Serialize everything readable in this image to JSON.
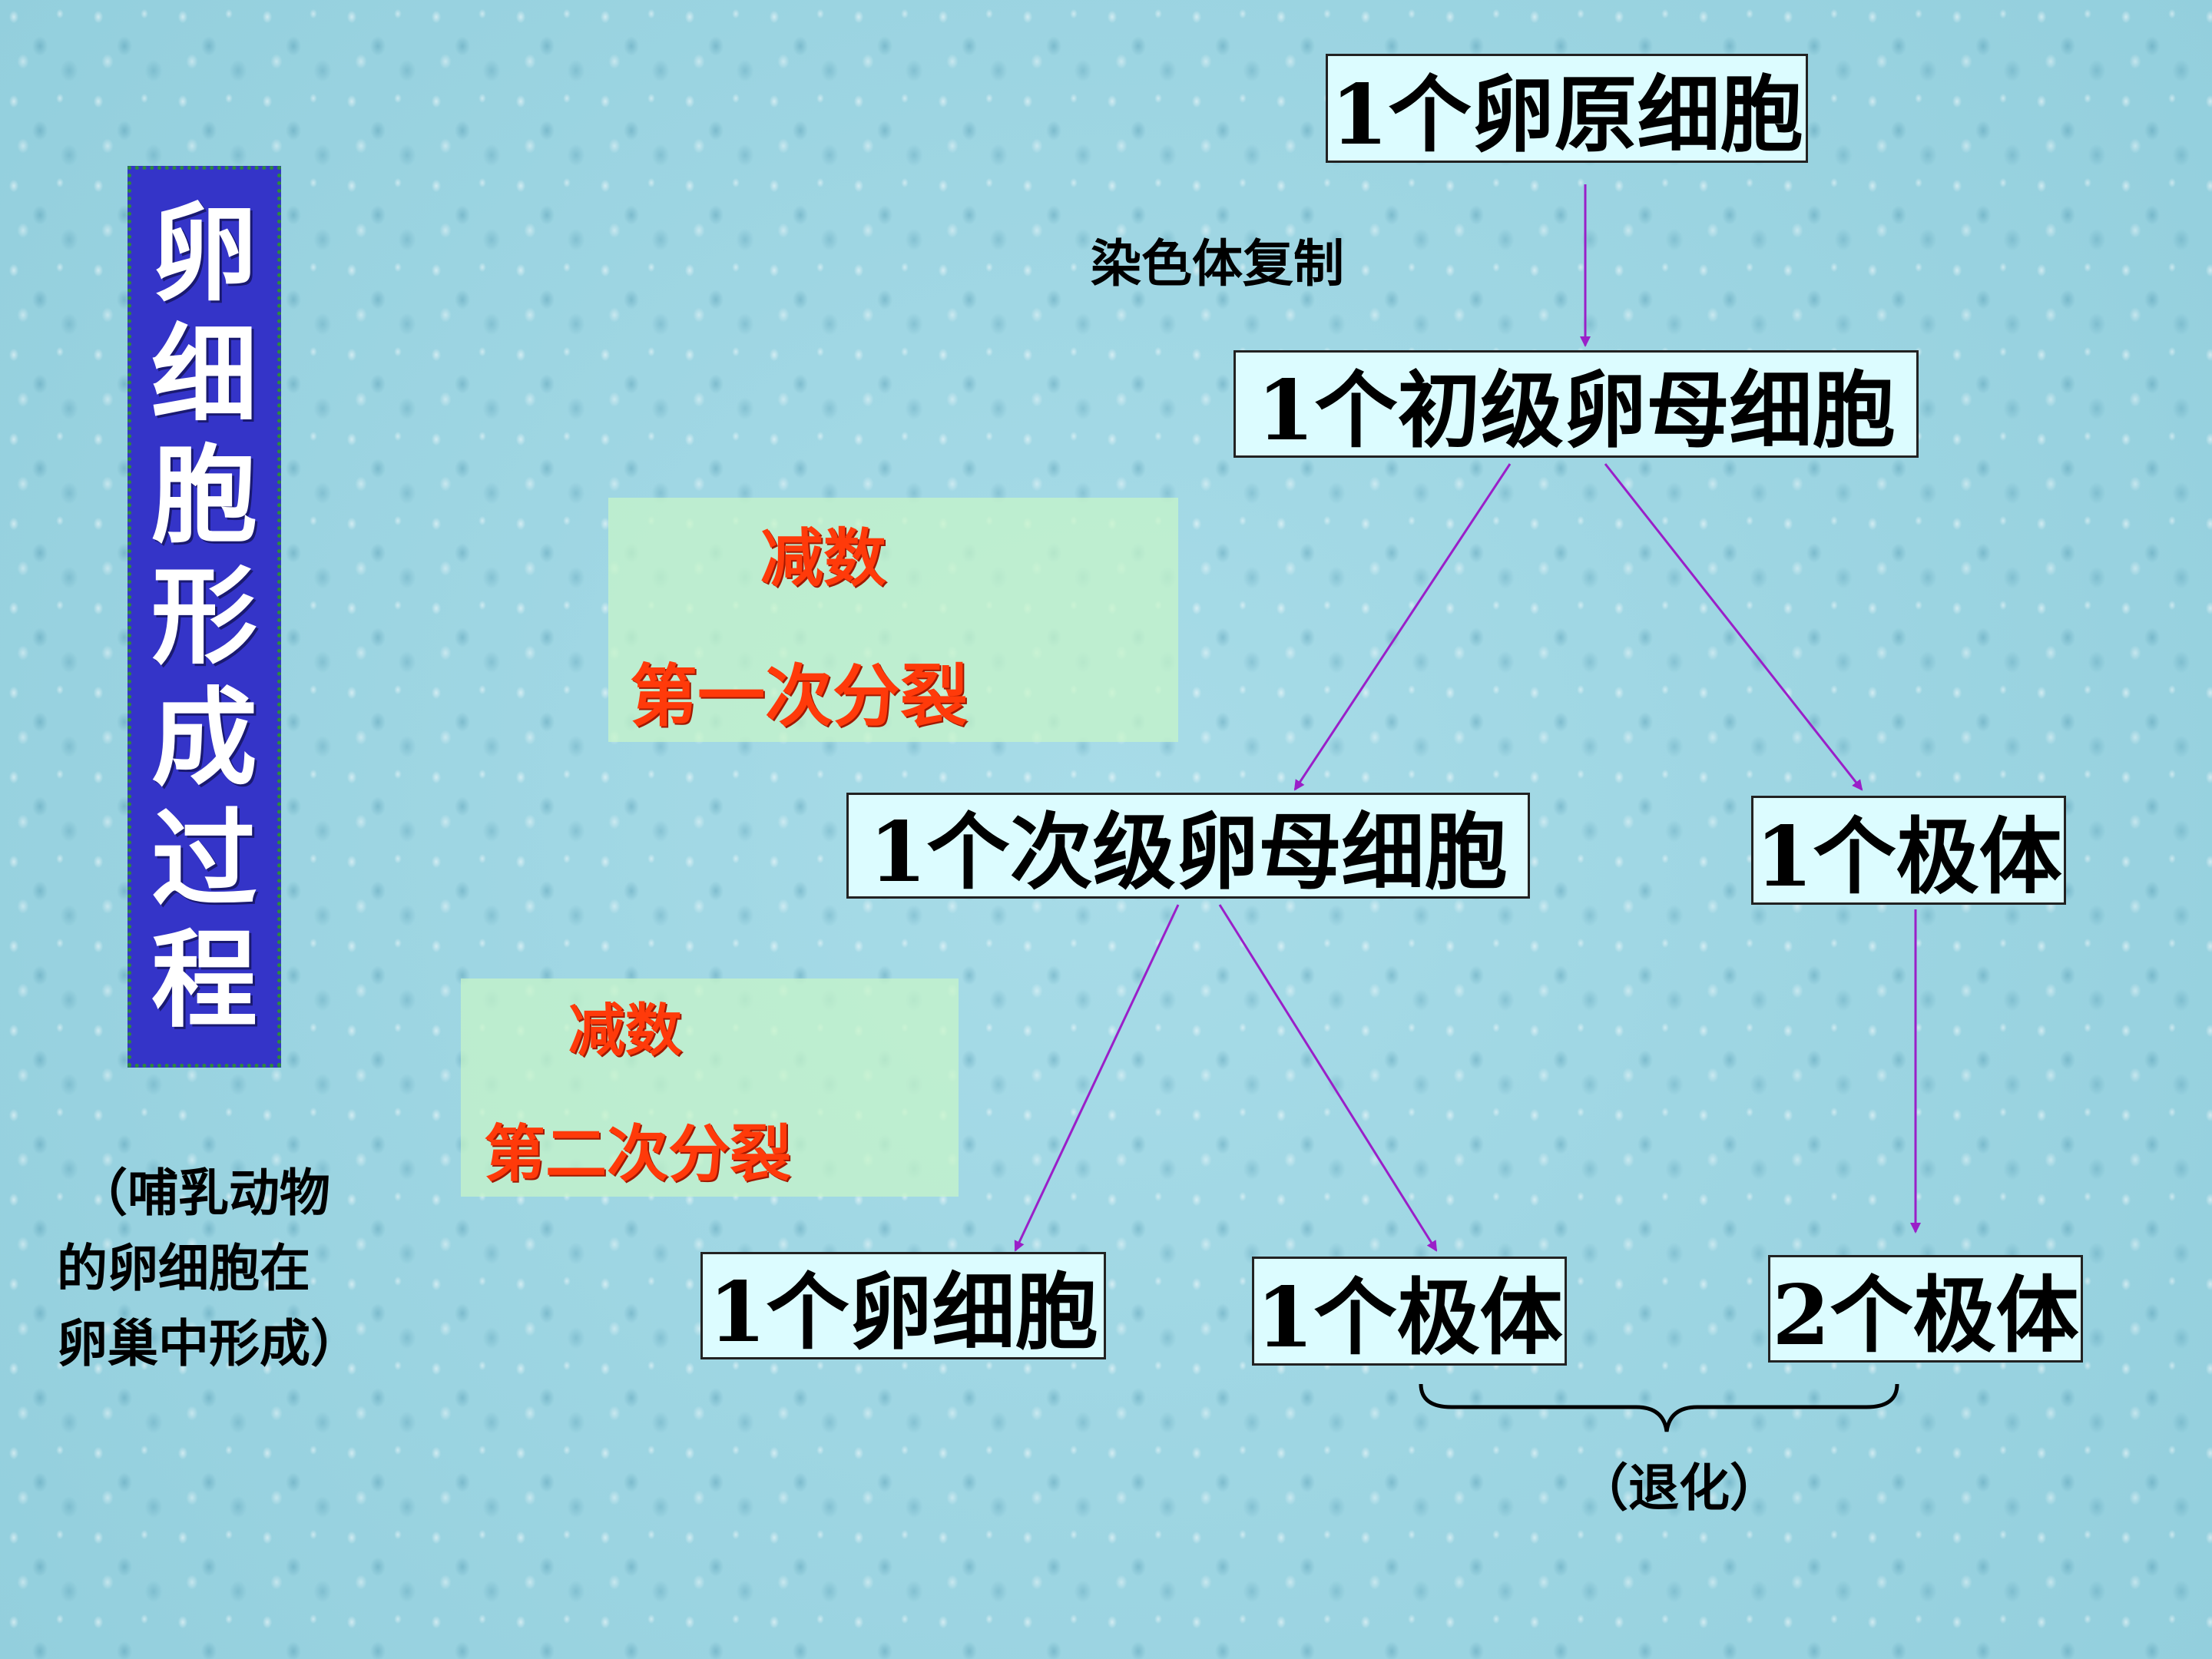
{
  "title": [
    "卵",
    "细",
    "胞",
    "形",
    "成",
    "过",
    "程"
  ],
  "note": [
    "（哺乳动物",
    "的卵细胞在",
    "卵巢中形成）"
  ],
  "nodes": {
    "oogonium": "1个卵原细胞",
    "primary_oocyte": "1个初级卵母细胞",
    "secondary_oocyte": "1个次级卵母细胞",
    "polar_body_1": "1个极体",
    "egg": "1个卵细胞",
    "polar_body_a": "1个极体",
    "polar_body_b": "2个极体"
  },
  "edge_labels": {
    "replication": "染色体复制",
    "degenerate": "（退化）"
  },
  "stages": {
    "meiosis1": {
      "line1": "减数",
      "line2": "第一次分裂"
    },
    "meiosis2": {
      "line1": "减数",
      "line2": "第二次分裂"
    }
  },
  "colors": {
    "arrow": "#9a1fc8",
    "title_bg": "#3434c8",
    "stage_text": "#ff3a0a",
    "box_bg": "#dcfcff"
  }
}
